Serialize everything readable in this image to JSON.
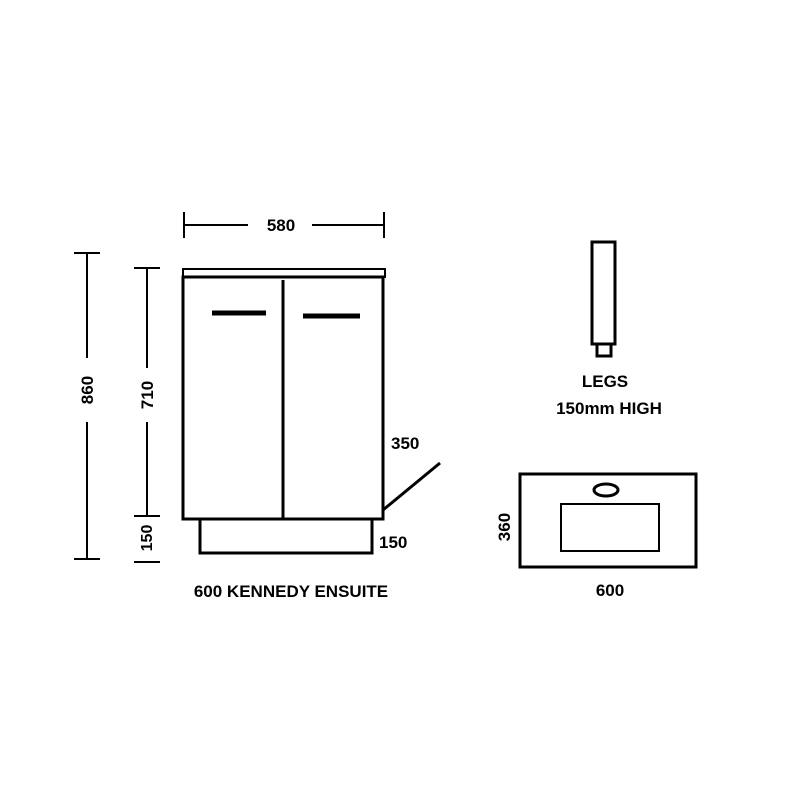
{
  "cabinet": {
    "width_label": "580",
    "total_height_label": "860",
    "body_height_label": "710",
    "plinth_height_label": "150",
    "depth_label": "350",
    "plinth_depth_label": "150",
    "caption": "600 KENNEDY ENSUITE"
  },
  "legs": {
    "title": "LEGS",
    "subtitle": "150mm HIGH"
  },
  "basin": {
    "depth_label": "360",
    "width_label": "600"
  },
  "colors": {
    "line": "#000000",
    "background": "#ffffff"
  }
}
